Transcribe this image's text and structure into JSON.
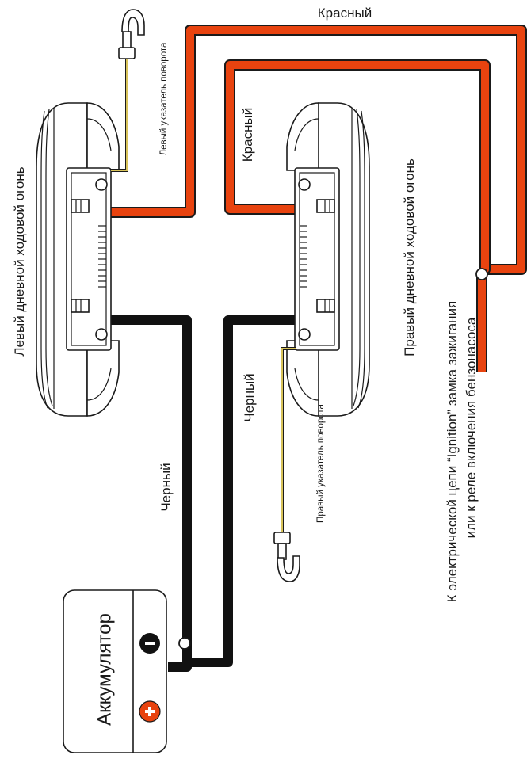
{
  "labels": {
    "left_drl": "Левый дневной ходовой огонь",
    "right_drl": "Правый дневной ходовой огонь",
    "left_turn": "Левый указатель поворота",
    "right_turn": "Правый указатель поворота",
    "red_top": "Красный",
    "red_inner": "Красный",
    "black_left": "Черный",
    "black_right": "Черный",
    "ignition_line1": "К электрической цепи “Ignition” замка зажигания",
    "ignition_line2": "или к реле включения бензонасоса",
    "battery": "Аккумулятор"
  },
  "colors": {
    "red_wire": "#e8430f",
    "black_wire": "#111111",
    "outline": "#1a1a1a",
    "yellow_wire": "#d8c35a",
    "plus_terminal": "#e8430f",
    "minus_terminal": "#111111"
  },
  "icons": {
    "minus_terminal": "minus-icon",
    "plus_terminal": "plus-icon"
  }
}
